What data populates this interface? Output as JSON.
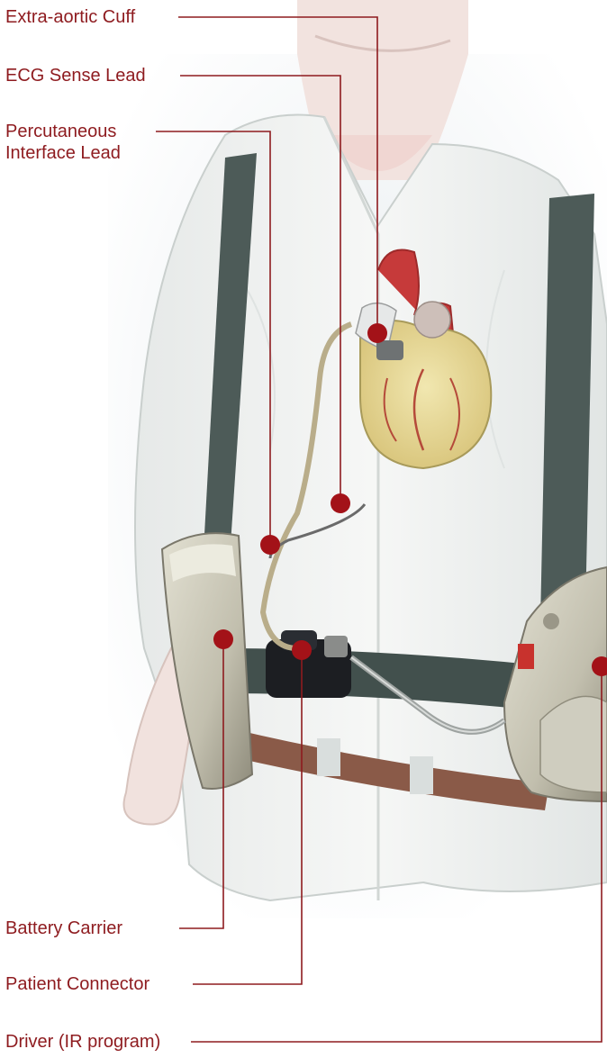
{
  "colors": {
    "accent": "#8e1b1f",
    "line": "#8e1b1f",
    "marker": "#a31218",
    "skin": "#f3e6e2",
    "shirt": "#eef0ef",
    "suspender": "#4d5b58",
    "belt": "#8a5a48",
    "device": "#c9c6b6",
    "heart": "#e8dc9a",
    "aorta": "#c63a3a"
  },
  "callouts": [
    {
      "id": "extra-aortic-cuff",
      "lines": [
        "Extra-aortic Cuff"
      ]
    },
    {
      "id": "ecg-sense-lead",
      "lines": [
        "ECG Sense Lead"
      ]
    },
    {
      "id": "percutaneous-interface-lead",
      "lines": [
        "Percutaneous",
        "Interface Lead"
      ]
    },
    {
      "id": "battery-carrier",
      "lines": [
        "Battery Carrier"
      ]
    },
    {
      "id": "patient-connector",
      "lines": [
        "Patient Connector"
      ]
    },
    {
      "id": "driver",
      "lines": [
        "Driver (IR program)"
      ]
    }
  ]
}
